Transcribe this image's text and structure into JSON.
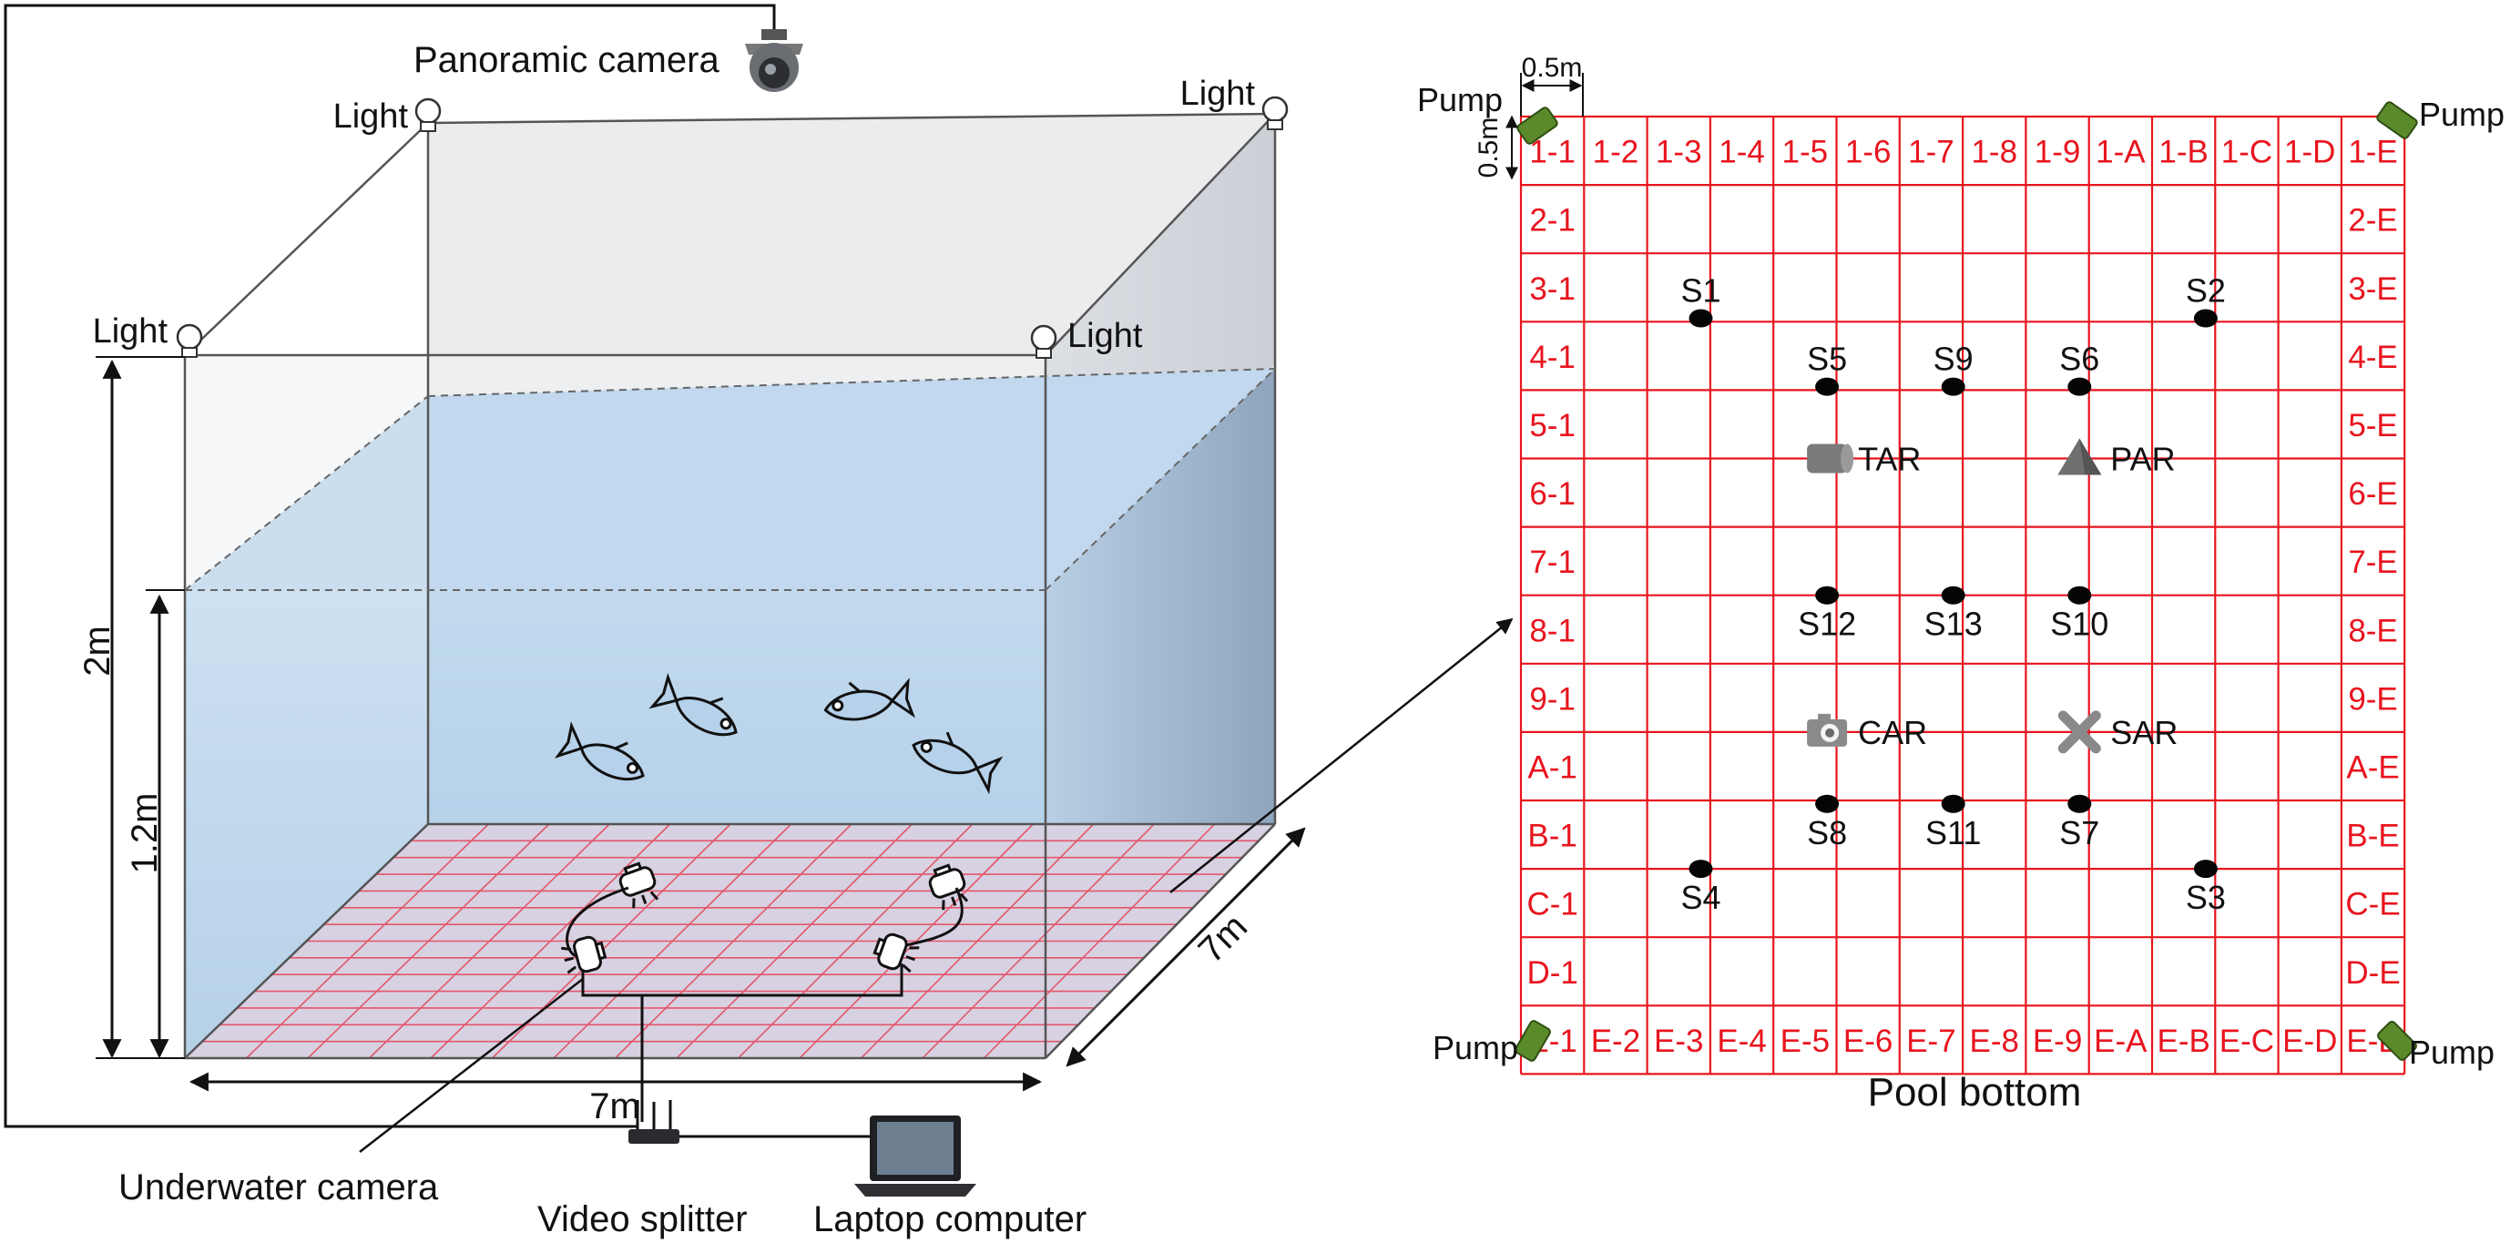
{
  "labels": {
    "panoramic_camera": "Panoramic camera",
    "light": "Light",
    "height_total": "2m",
    "height_water": "1.2m",
    "width": "7m",
    "depth": "7m",
    "underwater_camera": "Underwater camera",
    "video_splitter": "Video splitter",
    "laptop_computer": "Laptop computer",
    "pump": "Pump",
    "cell_w": "0.5m",
    "cell_h": "0.5m",
    "pool_bottom": "Pool bottom"
  },
  "grid": {
    "cols": [
      "1",
      "2",
      "3",
      "4",
      "5",
      "6",
      "7",
      "8",
      "9",
      "A",
      "B",
      "C",
      "D",
      "E"
    ],
    "rows": [
      "1",
      "2",
      "3",
      "4",
      "5",
      "6",
      "7",
      "8",
      "9",
      "A",
      "B",
      "C",
      "D",
      "E"
    ]
  },
  "stations": [
    {
      "name": "S1",
      "col": 2.85,
      "row": 2.95,
      "label_pos": "above"
    },
    {
      "name": "S2",
      "col": 10.85,
      "row": 2.95,
      "label_pos": "above"
    },
    {
      "name": "S5",
      "col": 4.85,
      "row": 3.95,
      "label_pos": "above"
    },
    {
      "name": "S9",
      "col": 6.85,
      "row": 3.95,
      "label_pos": "above"
    },
    {
      "name": "S6",
      "col": 8.85,
      "row": 3.95,
      "label_pos": "above"
    },
    {
      "name": "S12",
      "col": 4.85,
      "row": 7.0,
      "label_pos": "below"
    },
    {
      "name": "S13",
      "col": 6.85,
      "row": 7.0,
      "label_pos": "below"
    },
    {
      "name": "S10",
      "col": 8.85,
      "row": 7.0,
      "label_pos": "below"
    },
    {
      "name": "S8",
      "col": 4.85,
      "row": 10.05,
      "label_pos": "below"
    },
    {
      "name": "S11",
      "col": 6.85,
      "row": 10.05,
      "label_pos": "below"
    },
    {
      "name": "S7",
      "col": 8.85,
      "row": 10.05,
      "label_pos": "below"
    },
    {
      "name": "S4",
      "col": 2.85,
      "row": 11.0,
      "label_pos": "below"
    },
    {
      "name": "S3",
      "col": 10.85,
      "row": 11.0,
      "label_pos": "below"
    }
  ],
  "markers": [
    {
      "name": "TAR",
      "shape": "cylinder",
      "col": 4.85,
      "row": 5.0
    },
    {
      "name": "PAR",
      "shape": "triangle",
      "col": 8.85,
      "row": 5.0
    },
    {
      "name": "CAR",
      "shape": "camera",
      "col": 4.85,
      "row": 9.0
    },
    {
      "name": "SAR",
      "shape": "cross",
      "col": 8.85,
      "row": 9.0
    }
  ]
}
